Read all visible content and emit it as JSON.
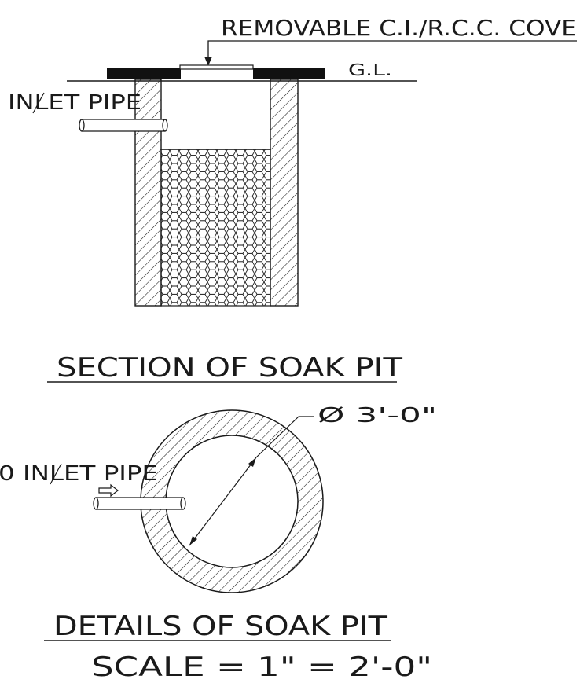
{
  "labels": {
    "cover": "REMOVABLE C.I./R.C.C. COVE",
    "ground_level": "G.L.",
    "inlet_pipe_section": "INLET PIPE",
    "inlet_pipe_plan": "0 INLET PIPE",
    "diameter": "Ø 3'-0\"",
    "section_title": "SECTION OF SOAK PIT",
    "details_title": "DETAILS OF SOAK PIT",
    "scale": "SCALE = 1\" = 2'-0\""
  },
  "colors": {
    "ink": "#1a1a1a",
    "cover_fill": "#111111",
    "paper": "#ffffff"
  }
}
